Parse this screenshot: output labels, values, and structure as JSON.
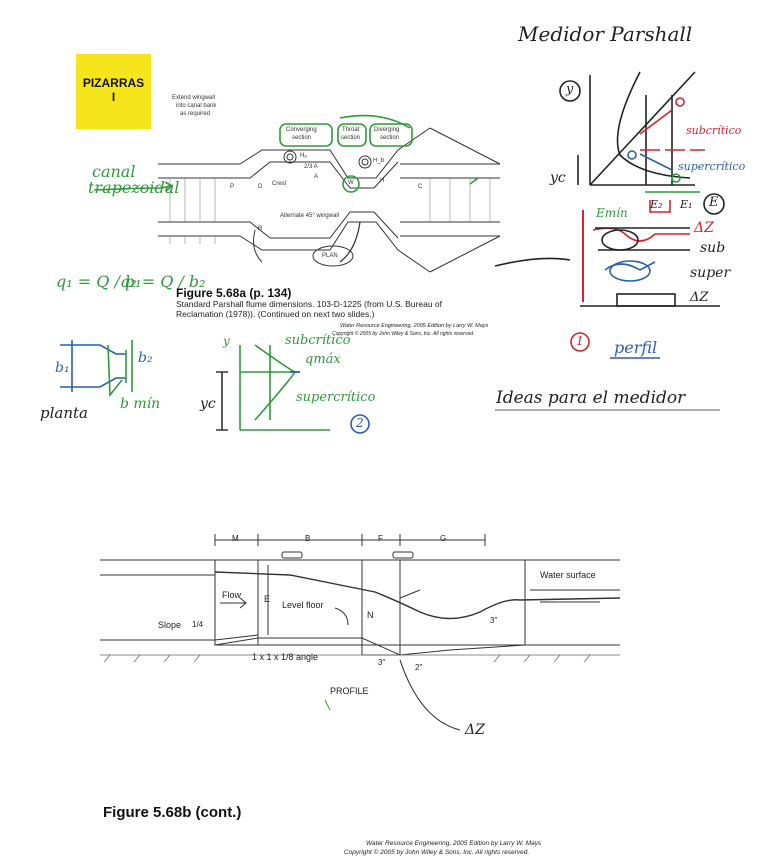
{
  "badge": {
    "line1": "PIZARRAS",
    "line2": "I"
  },
  "header_note": "Medidor Parshall",
  "plan": {
    "labels": {
      "extend_wingwall": "Extend wingwall",
      "into_canal_bank": "into canal bank",
      "as_required": "as required",
      "converging": "Converging",
      "converging_section": "section",
      "throat": "Throat",
      "throat_section": "section",
      "diverging": "Diverging",
      "diverging_section": "section",
      "crest": "Crest",
      "alternate_wingwall": "Alternate 45° wingwall",
      "plan": "PLAN",
      "h_a": "Hₐ",
      "h_b": "H_b",
      "w": "W",
      "r": "R",
      "p": "P",
      "d": "D",
      "h": "H",
      "c": "C",
      "two_thirds_a": "2/3 A",
      "a": "A"
    },
    "hand_canal": "canal",
    "hand_trapezoid": "trapezoidal",
    "figure_title": "Figure 5.68a  (p. 134)",
    "caption_line1": "Standard Parshall flume dimensions. 103-D-1225 (from U.S. Bureau of",
    "caption_line2": "Reclamation (1978)). (Continued on next two slides.)",
    "credit_line1": "Water Resource Engineering, 2005 Edition by Larry W. Mays",
    "credit_line2": "Copyright © 2005 by John Wiley & Sons, Inc. All rights reserved."
  },
  "notes_left": {
    "q1": "q₁ = Q / b₁",
    "q2": "q₂ = Q / b₂",
    "b1": "b₁",
    "b2": "b₂",
    "b_min": "b mín",
    "planta": "planta",
    "yc": "yc",
    "y": "y",
    "subcritico": "subcrítico",
    "qmax": "qmáx",
    "supercritico": "supercrítico",
    "circle_two": "2"
  },
  "notes_right": {
    "y": "y",
    "subcritico": "subcrítico",
    "supercritico": "supercrítico",
    "yc": "yc",
    "emin": "Emín",
    "e2": "E₂",
    "e1": "E₁",
    "e_circle": "E",
    "delta_z": "ΔZ",
    "sub": "sub",
    "super": "super",
    "delta_z_2": "ΔZ",
    "circle_one": "1",
    "perfil": "perfil",
    "ideas": "Ideas para el medidor"
  },
  "profile": {
    "m": "M",
    "b": "B",
    "f": "F",
    "g": "G",
    "water_surface": "Water surface",
    "flow": "Flow",
    "e": "E",
    "level_floor": "Level floor",
    "n": "N",
    "slope": "Slope",
    "slope_value": "1/4",
    "angle": "1 x 1 x 1/8 angle",
    "three_deg_a": "3\"",
    "three_deg_b": "3\"",
    "two_deg": "2\"",
    "profile_label": "PROFILE",
    "delta_z": "ΔZ"
  },
  "figure_b": {
    "title": "Figure 5.68b  (cont.)",
    "credit_line1": "Water Resource Engineering, 2005 Edition by Larry W. Mays",
    "credit_line2": "Copyright © 2005 by John Wiley & Sons, Inc. All rights reserved."
  },
  "colors": {
    "badge": "#f7e51c",
    "green_ink": "#2e9b3a",
    "blue_ink": "#2a5fb0",
    "red_ink": "#d8232a",
    "black_ink": "#222222"
  }
}
